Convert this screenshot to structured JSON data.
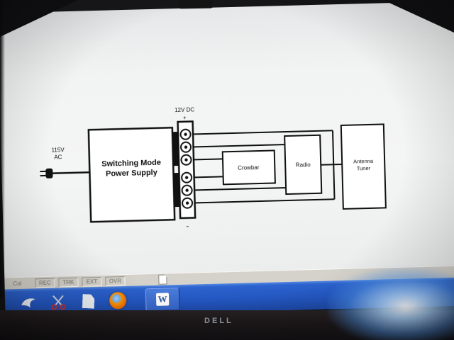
{
  "diagram": {
    "ac_label_line1": "115V",
    "ac_label_line2": "AC",
    "psu_label_line1": "Switching Mode",
    "psu_label_line2": "Power Supply",
    "dc_label": "12V DC",
    "dc_plus": "+",
    "dc_minus": "-",
    "crowbar_label": "Crowbar",
    "radio_label": "Radio",
    "antenna_label_line1": "Antenna",
    "antenna_label_line2": "Tuner"
  },
  "status_bar": {
    "left_label": "Col",
    "indicators": [
      "REC",
      "TRK",
      "EXT",
      "OVR"
    ]
  },
  "taskbar": {
    "word_button_label": "W"
  },
  "monitor": {
    "brand": "DELL"
  },
  "colors": {
    "taskbar_blue": "#2356c0",
    "diagram_line": "#111111",
    "screen_white": "#f2f3f3",
    "glow_blue": "#5096eb"
  }
}
